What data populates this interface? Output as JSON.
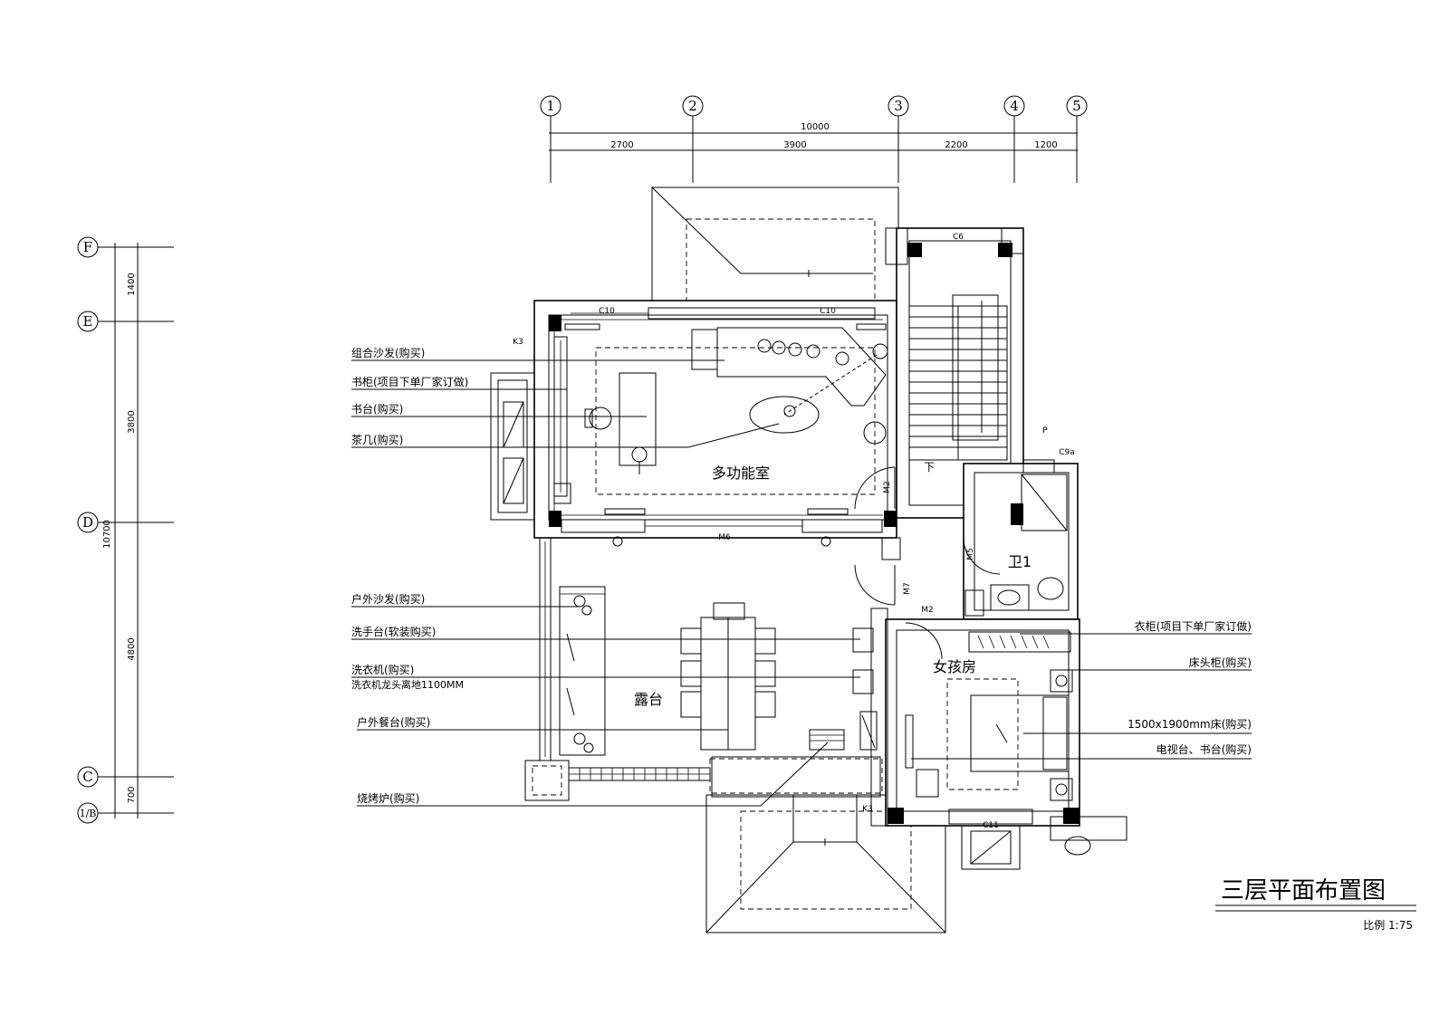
{
  "title": "三层平面布置图",
  "scale": "比例 1:75",
  "axes_top": {
    "labels": [
      "1",
      "2",
      "3",
      "4",
      "5"
    ],
    "total": "10000",
    "spans": [
      "2700",
      "3900",
      "2200",
      "1200"
    ]
  },
  "axes_left": {
    "labels": [
      "F",
      "E",
      "D",
      "C",
      "1/B"
    ],
    "total": "10700",
    "spans": [
      "1400",
      "3800",
      "4800",
      "700"
    ]
  },
  "rooms": {
    "multi": "多功能室",
    "terrace": "露台",
    "girl": "女孩房",
    "bath": "卫1",
    "stair_down": "下"
  },
  "tags": {
    "c10a": "C10",
    "c10b": "C10",
    "c6": "C6",
    "k3a": "K3",
    "k3b": "K3",
    "m6": "M6",
    "m2a": "M2",
    "m2b": "M2",
    "m5": "M5",
    "m7": "M7",
    "c9a": "C9a",
    "c11": "C11",
    "p": "P"
  },
  "left_callouts": [
    "组合沙发(购买)",
    "书柜(项目下单厂家订做)",
    "书台(购买)",
    "茶几(购买)",
    "户外沙发(购买)",
    "洗手台(软装购买)",
    "洗衣机(购买)",
    "洗衣机龙头离地1100MM",
    "户外餐台(购买)",
    "烧烤炉(购买)"
  ],
  "right_callouts": [
    "衣柜(项目下单厂家订做)",
    "床头柜(购买)",
    "1500x1900mm床(购买)",
    "电视台、书台(购买)"
  ]
}
